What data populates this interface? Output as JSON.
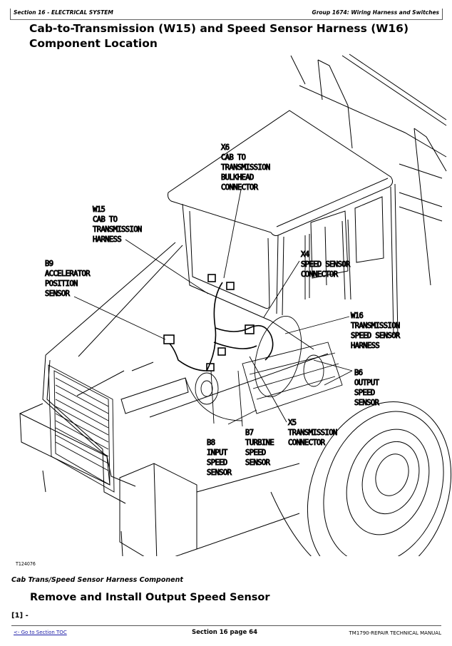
{
  "header": {
    "section": "Section 16 - ELECTRICAL SYSTEM",
    "group": "Group 1674: Wiring Harness and Switches"
  },
  "title": "Cab-to-Transmission (W15) and Speed Sensor Harness (W16) Component Location",
  "diagram": {
    "labels": {
      "x6": [
        "X6",
        "CAB TO",
        "TRANSMISSION",
        "BULKHEAD",
        "CONNECTOR"
      ],
      "w15": [
        "W15",
        "CAB TO",
        "TRANSMISSION",
        "HARNESS"
      ],
      "b9": [
        "B9",
        "ACCELERATOR",
        "POSITION",
        "SENSOR"
      ],
      "x4": [
        "X4",
        "SPEED SENSOR",
        "CONNECTOR"
      ],
      "w16": [
        "W16",
        "TRANSMISSION",
        "SPEED SENSOR",
        "HARNESS"
      ],
      "b6": [
        "B6",
        "OUTPUT",
        "SPEED",
        "SENSOR"
      ],
      "x5": [
        "X5",
        "TRANSMISSION",
        "CONNECTOR"
      ],
      "b7": [
        "B7",
        "TURBINE",
        "SPEED",
        "SENSOR"
      ],
      "b8": [
        "B8",
        "INPUT",
        "SPEED",
        "SENSOR"
      ]
    }
  },
  "figure_id": "T124076",
  "caption": "Cab Trans/Speed Sensor Harness Component",
  "subheading": "Remove and Install Output Speed Sensor",
  "step": "[1] -",
  "footer": {
    "toc_link": "<- Go to Section TOC",
    "page": "Section 16 page 64",
    "manual": "TM1790-REPAIR TECHNICAL MANUAL"
  }
}
